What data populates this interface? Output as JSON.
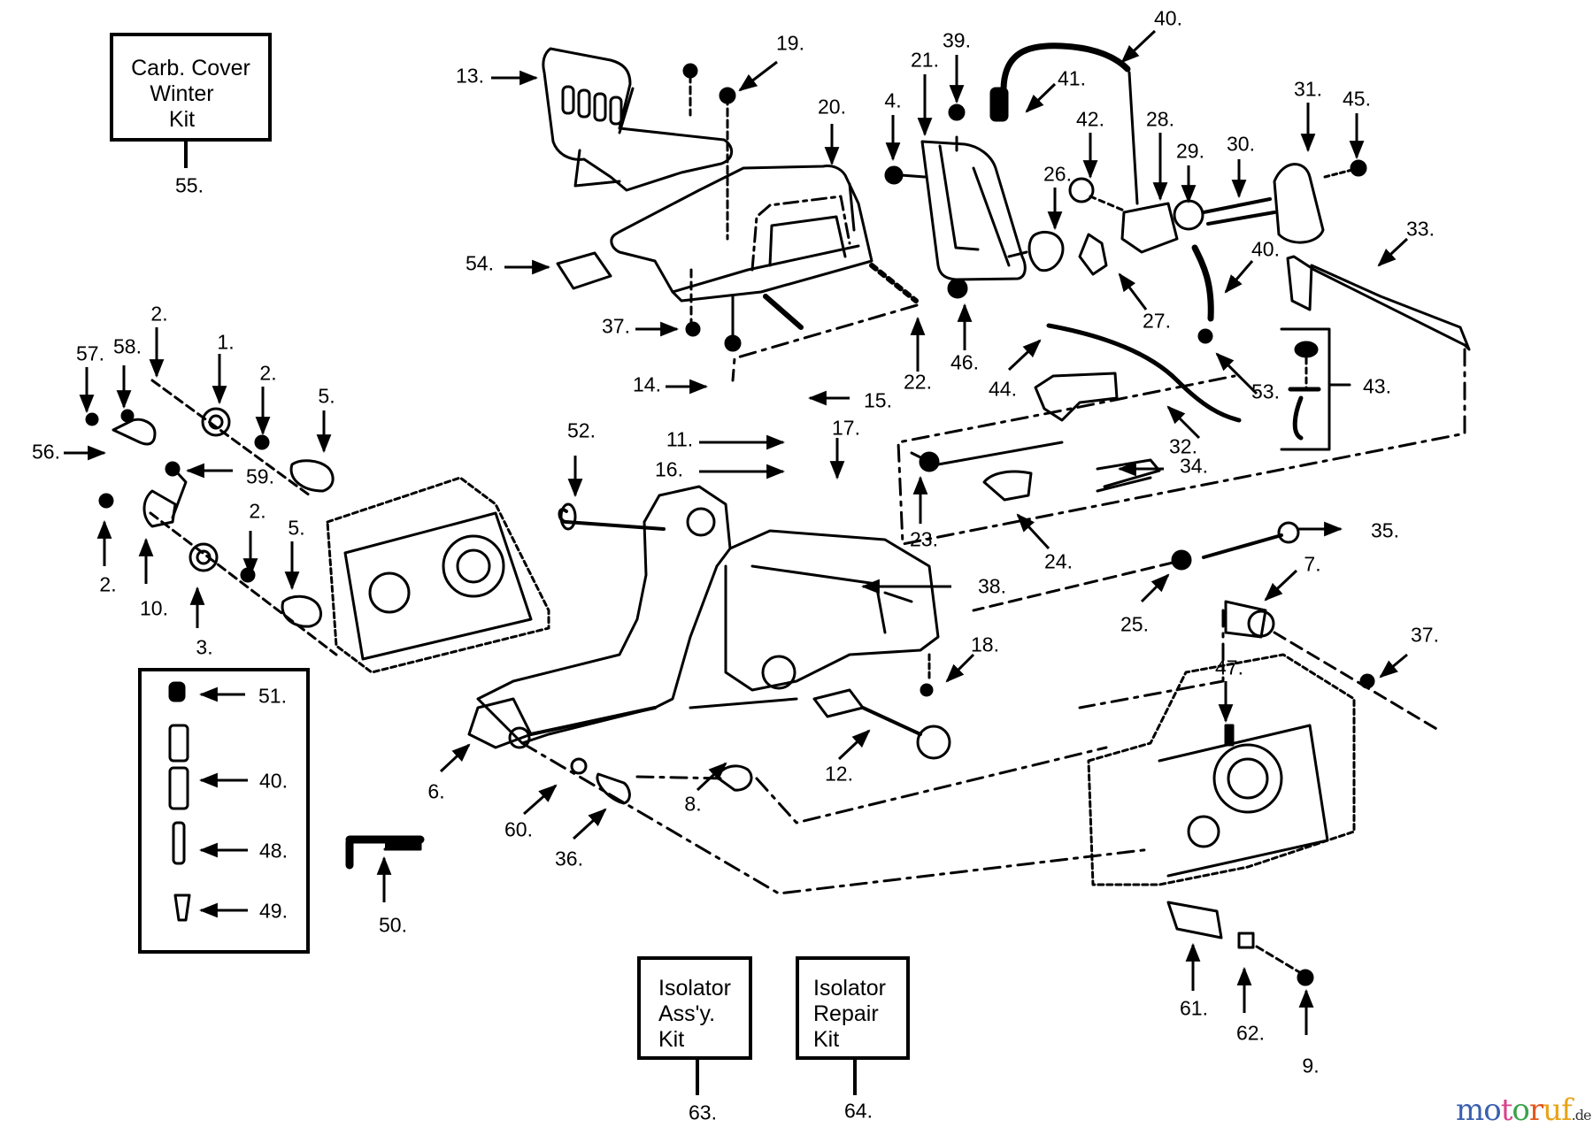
{
  "diagram": {
    "type": "exploded parts diagram",
    "subject": "chainsaw engine housing / handle assembly"
  },
  "kits": {
    "carb_cover": {
      "lines": [
        "Carb. Cover",
        "Winter",
        "Kit"
      ],
      "ref": "55."
    },
    "isolator_assy": {
      "lines": [
        "Isolator",
        "Ass'y.",
        "Kit"
      ],
      "ref": "63."
    },
    "isolator_repair": {
      "lines": [
        "Isolator",
        "Repair",
        "Kit"
      ],
      "ref": "64."
    }
  },
  "callouts": [
    {
      "id": "13",
      "text": "13."
    },
    {
      "id": "19",
      "text": "19."
    },
    {
      "id": "20",
      "text": "20."
    },
    {
      "id": "4",
      "text": "4."
    },
    {
      "id": "21",
      "text": "21."
    },
    {
      "id": "39",
      "text": "39."
    },
    {
      "id": "40a",
      "text": "40."
    },
    {
      "id": "41",
      "text": "41."
    },
    {
      "id": "42",
      "text": "42."
    },
    {
      "id": "28",
      "text": "28."
    },
    {
      "id": "29",
      "text": "29."
    },
    {
      "id": "30",
      "text": "30."
    },
    {
      "id": "31",
      "text": "31."
    },
    {
      "id": "45",
      "text": "45."
    },
    {
      "id": "26",
      "text": "26."
    },
    {
      "id": "27",
      "text": "27."
    },
    {
      "id": "40b",
      "text": "40."
    },
    {
      "id": "33",
      "text": "33."
    },
    {
      "id": "54",
      "text": "54."
    },
    {
      "id": "37a",
      "text": "37."
    },
    {
      "id": "22",
      "text": "22."
    },
    {
      "id": "46",
      "text": "46."
    },
    {
      "id": "44",
      "text": "44."
    },
    {
      "id": "53",
      "text": "53."
    },
    {
      "id": "43",
      "text": "43."
    },
    {
      "id": "32",
      "text": "32."
    },
    {
      "id": "14",
      "text": "14."
    },
    {
      "id": "15",
      "text": "15."
    },
    {
      "id": "11",
      "text": "11."
    },
    {
      "id": "17",
      "text": "17."
    },
    {
      "id": "16",
      "text": "16."
    },
    {
      "id": "52",
      "text": "52."
    },
    {
      "id": "23",
      "text": "23."
    },
    {
      "id": "24",
      "text": "24."
    },
    {
      "id": "34",
      "text": "34."
    },
    {
      "id": "35",
      "text": "35."
    },
    {
      "id": "38",
      "text": "38."
    },
    {
      "id": "25",
      "text": "25."
    },
    {
      "id": "7",
      "text": "7."
    },
    {
      "id": "18",
      "text": "18."
    },
    {
      "id": "37b",
      "text": "37."
    },
    {
      "id": "47",
      "text": "47."
    },
    {
      "id": "2a",
      "text": "2."
    },
    {
      "id": "57",
      "text": "57."
    },
    {
      "id": "58",
      "text": "58."
    },
    {
      "id": "1",
      "text": "1."
    },
    {
      "id": "2b",
      "text": "2."
    },
    {
      "id": "5a",
      "text": "5."
    },
    {
      "id": "56",
      "text": "56."
    },
    {
      "id": "59",
      "text": "59."
    },
    {
      "id": "2c",
      "text": "2."
    },
    {
      "id": "5b",
      "text": "5."
    },
    {
      "id": "2d",
      "text": "2."
    },
    {
      "id": "10",
      "text": "10."
    },
    {
      "id": "3",
      "text": "3."
    },
    {
      "id": "51",
      "text": "51."
    },
    {
      "id": "40c",
      "text": "40."
    },
    {
      "id": "48",
      "text": "48."
    },
    {
      "id": "49",
      "text": "49."
    },
    {
      "id": "50",
      "text": "50."
    },
    {
      "id": "6",
      "text": "6."
    },
    {
      "id": "60",
      "text": "60."
    },
    {
      "id": "36",
      "text": "36."
    },
    {
      "id": "8",
      "text": "8."
    },
    {
      "id": "12",
      "text": "12."
    },
    {
      "id": "61",
      "text": "61."
    },
    {
      "id": "62",
      "text": "62."
    },
    {
      "id": "9",
      "text": "9."
    }
  ],
  "watermark": {
    "letters": [
      {
        "ch": "m",
        "color": "#3a5fb0"
      },
      {
        "ch": "o",
        "color": "#3a5fb0"
      },
      {
        "ch": "t",
        "color": "#d9428a"
      },
      {
        "ch": "o",
        "color": "#3aa24a"
      },
      {
        "ch": "r",
        "color": "#e2571e"
      },
      {
        "ch": "u",
        "color": "#e8a317"
      },
      {
        "ch": "f",
        "color": "#e8a317"
      }
    ],
    "suffix": ".de"
  }
}
